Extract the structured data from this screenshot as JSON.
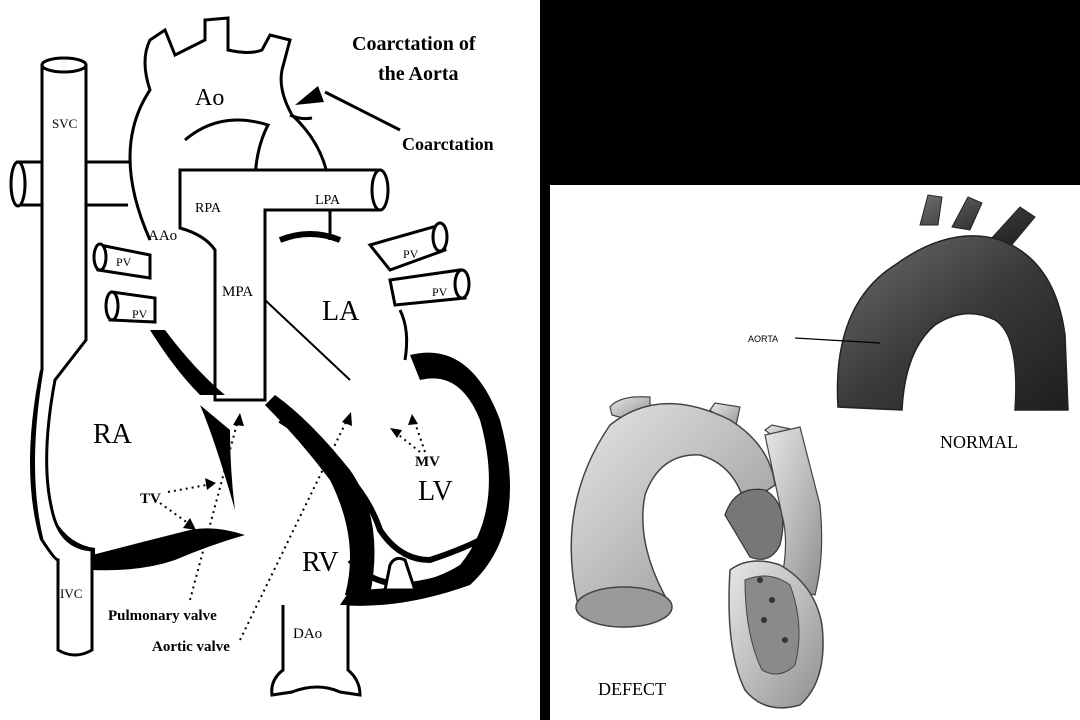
{
  "heart_diagram": {
    "title_line1": "Coarctation of",
    "title_line2": "the Aorta",
    "callout": "Coarctation",
    "labels": {
      "ao": "Ao",
      "svc": "SVC",
      "rpa": "RPA",
      "lpa": "LPA",
      "aao": "AAo",
      "pv1": "PV",
      "pv2": "PV",
      "pv3": "PV",
      "pv4": "PV",
      "mpa": "MPA",
      "la": "LA",
      "ra": "RA",
      "mv": "MV",
      "lv": "LV",
      "tv": "TV",
      "rv": "RV",
      "ivc": "IVC",
      "pulmonary_valve": "Pulmonary valve",
      "aortic_valve": "Aortic valve",
      "dao": "DAo"
    }
  },
  "illustration": {
    "aorta_label": "AORTA",
    "normal_label": "NORMAL",
    "defect_label": "DEFECT"
  }
}
